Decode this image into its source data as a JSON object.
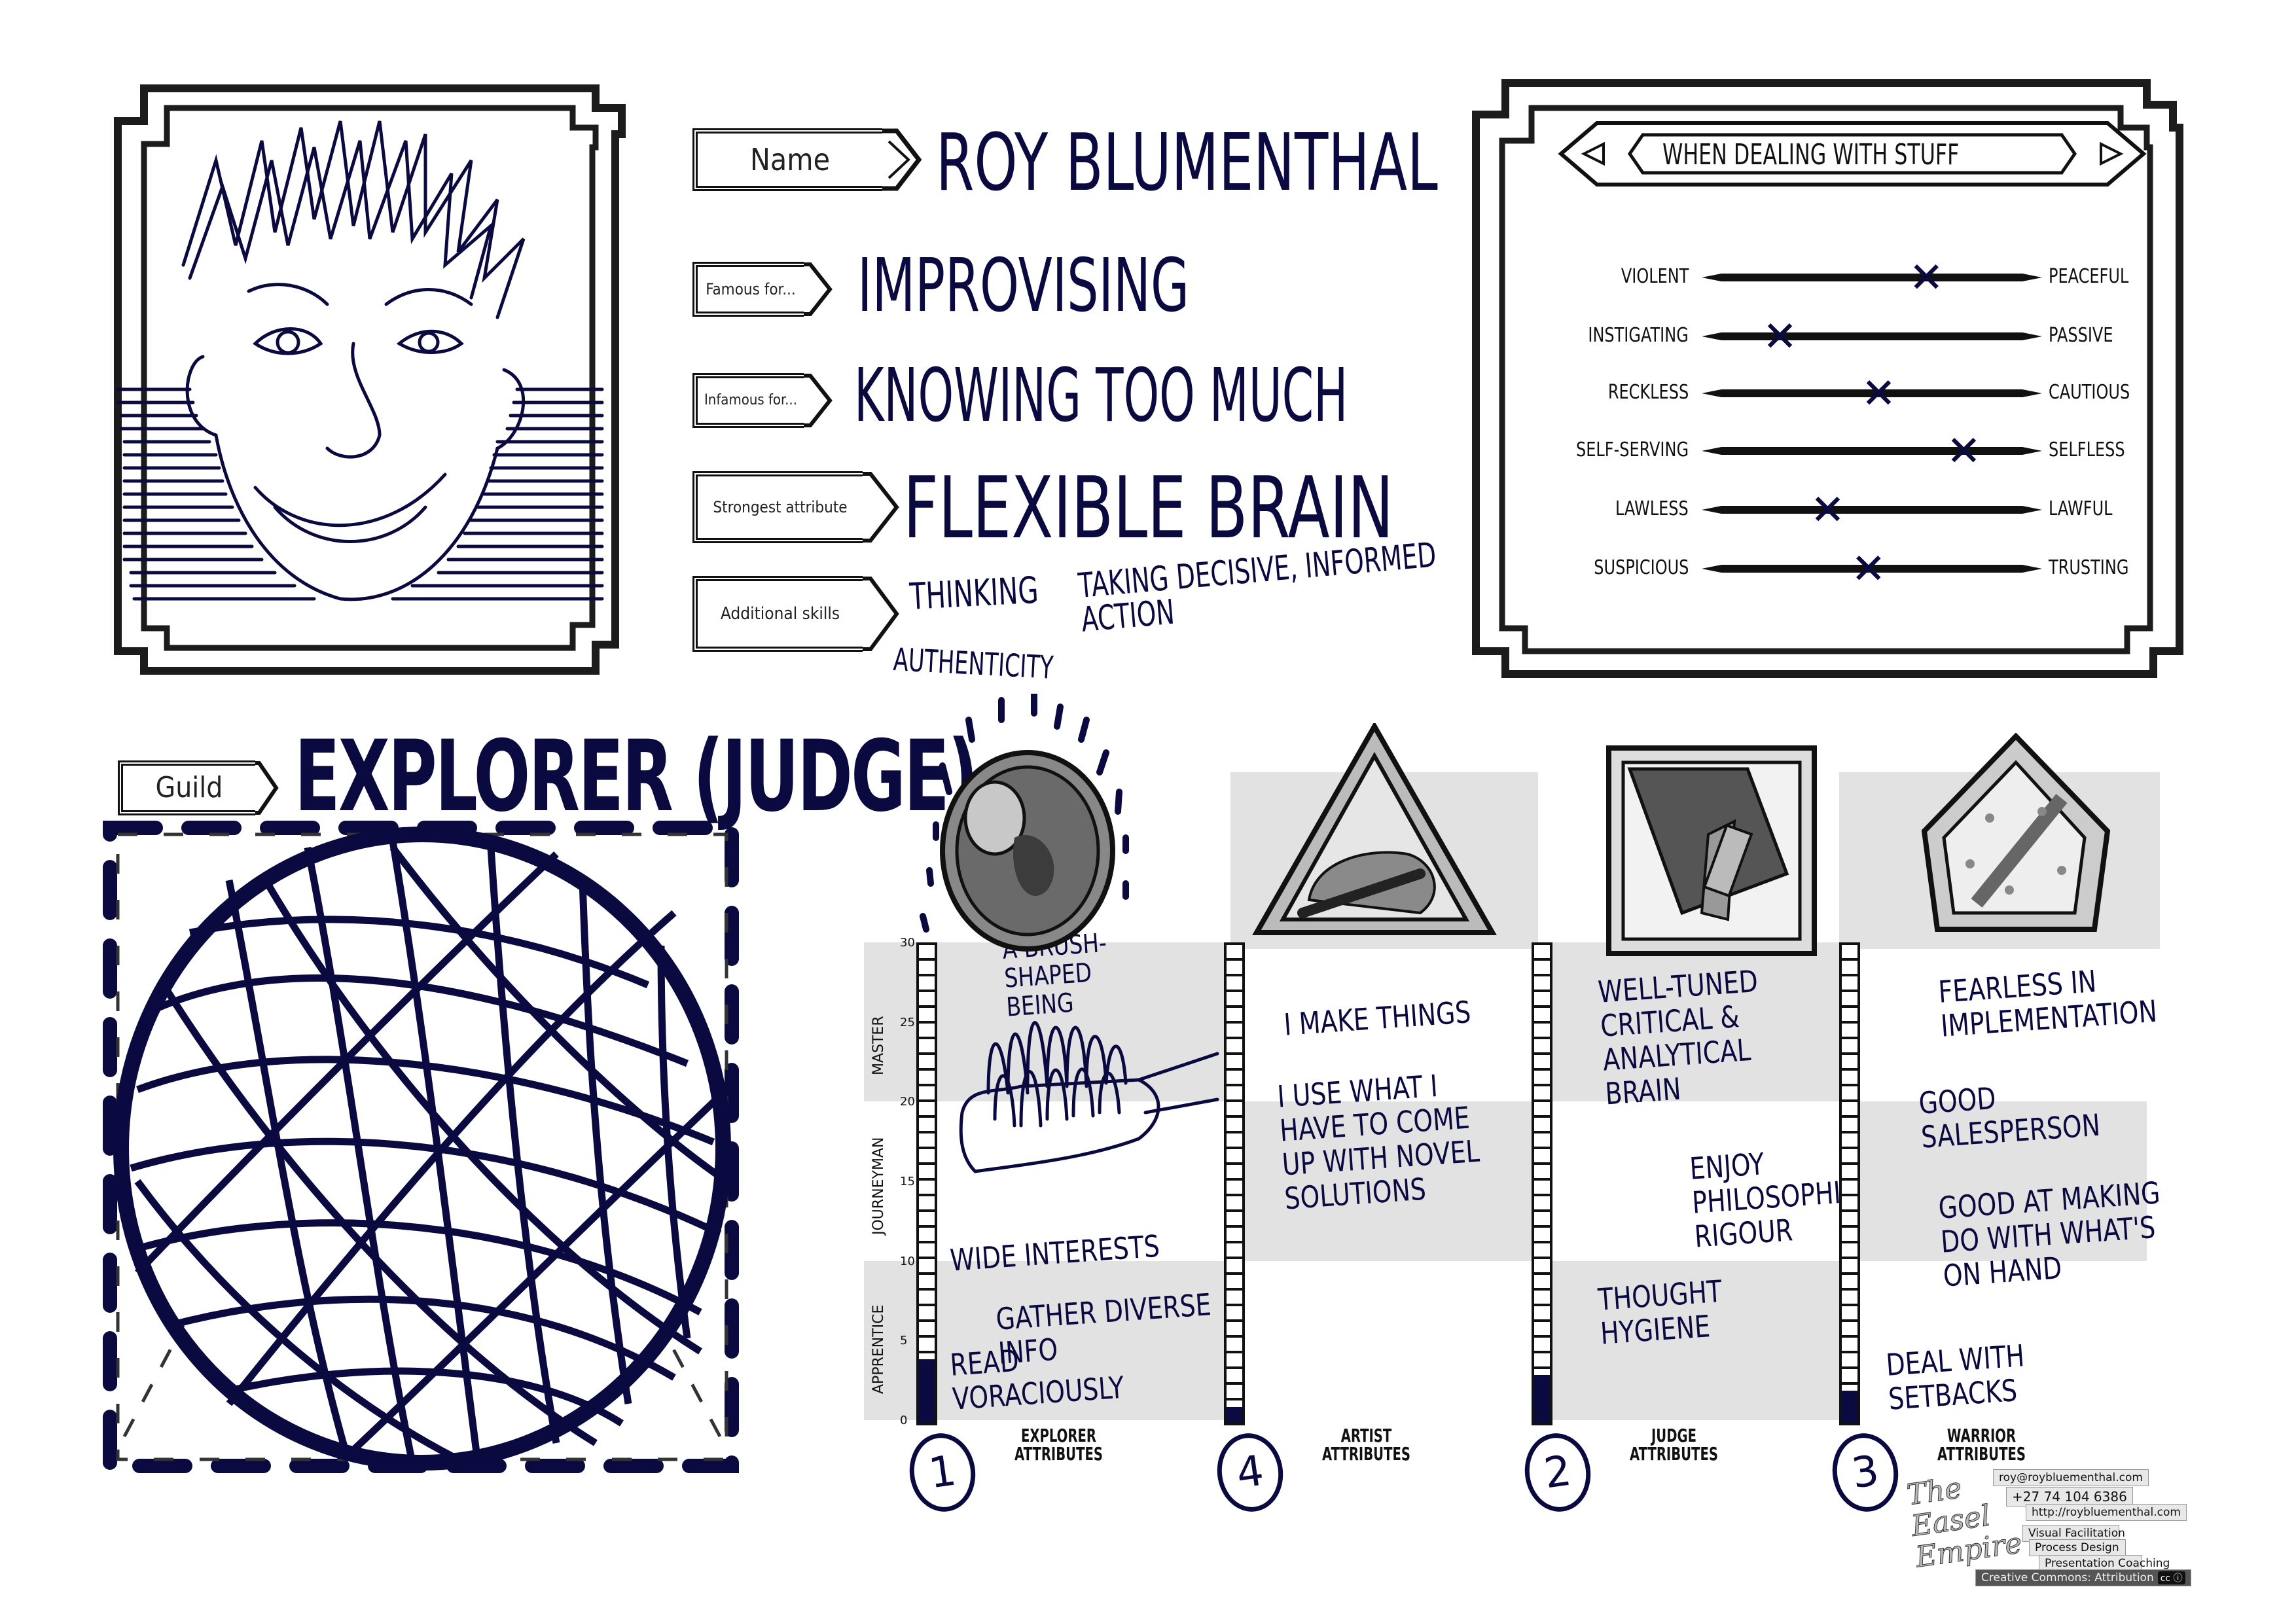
{
  "colors": {
    "ink": "#0b0a40",
    "frame": "#1c1c1c",
    "band_gray": "#e2e2e2"
  },
  "portrait": {
    "icon": "caricature-portrait"
  },
  "profile": {
    "name_label": "Name",
    "name_value": "Roy Blumenthal",
    "famous_label": "Famous for...",
    "famous_value": "Improvising",
    "infamous_label": "Infamous for...",
    "infamous_value": "Knowing too much",
    "strongest_label": "Strongest attribute",
    "strongest_value": "Flexible brain",
    "skills_label": "Additional skills",
    "skills": [
      "Thinking",
      "Taking decisive, informed action",
      "Authenticity"
    ]
  },
  "dealing": {
    "title": "When dealing with stuff",
    "rows": [
      {
        "left": "Violent",
        "right": "Peaceful",
        "position": 0.66
      },
      {
        "left": "Instigating",
        "right": "Passive",
        "position": 0.23
      },
      {
        "left": "Reckless",
        "right": "Cautious",
        "position": 0.52
      },
      {
        "left": "Self-serving",
        "right": "Selfless",
        "position": 0.77
      },
      {
        "left": "Lawless",
        "right": "Lawful",
        "position": 0.37
      },
      {
        "left": "Suspicious",
        "right": "Trusting",
        "position": 0.49
      }
    ]
  },
  "guild": {
    "label": "Guild",
    "value": "Explorer (Judge)",
    "icon": "ball-of-yarn-icon"
  },
  "scale": {
    "ticks": [
      "30",
      "25",
      "20",
      "15",
      "10",
      "5",
      "0"
    ],
    "levels": [
      "Master",
      "Journeyman",
      "Apprentice"
    ],
    "max": 30
  },
  "columns": [
    {
      "name": "Explorer",
      "label": "Explorer\nattributes",
      "icon": "compass-map-icon",
      "score": "1",
      "fill": 4,
      "notes": [
        "A brush-shaped being",
        "Wide interests",
        "Gather diverse info",
        "Read voraciously"
      ]
    },
    {
      "name": "Artist",
      "label": "Artist\nattributes",
      "icon": "palette-brush-icon",
      "score": "4",
      "fill": 1,
      "notes": [
        "I make things",
        "I use what I have to come up with novel solutions"
      ]
    },
    {
      "name": "Judge",
      "label": "Judge\nattributes",
      "icon": "book-gavel-icon",
      "score": "2",
      "fill": 3,
      "notes": [
        "Well-tuned critical & analytical brain",
        "Enjoy philosophical rigour",
        "Thought hygiene"
      ]
    },
    {
      "name": "Warrior",
      "label": "Warrior\nattributes",
      "icon": "shield-sword-icon",
      "score": "3",
      "fill": 2,
      "notes": [
        "Fearless in implementation",
        "Good salesperson",
        "Good at making do with what's on hand",
        "Deal with setbacks"
      ]
    }
  ],
  "footer": {
    "brand": "The Easel Empire",
    "email": "roy@roybluementhal.com",
    "phone": "+27 74 104 6386",
    "url": "http://roybluementhal.com",
    "services": [
      "Visual Facilitation",
      "Process Design",
      "Presentation Coaching"
    ],
    "license": "Creative Commons: Attribution",
    "license_icon": "cc-by-icon"
  }
}
